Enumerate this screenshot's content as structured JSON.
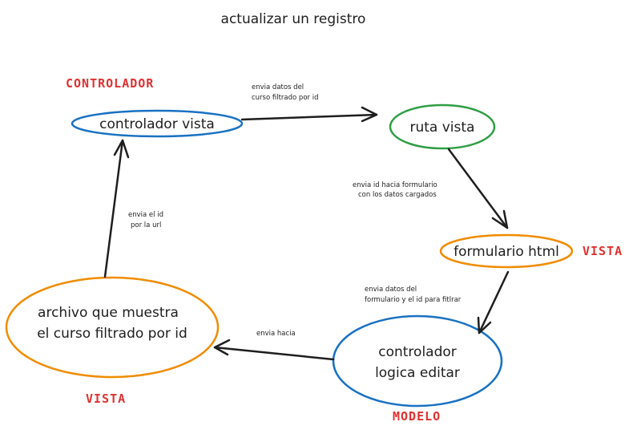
{
  "title": "actualizar un registro",
  "colors": {
    "blue": "#1971c2",
    "green": "#2f9e44",
    "orange": "#f08c00",
    "red": "#e03131",
    "ink": "#1e1e1e"
  },
  "nodes": {
    "controlador_vista": {
      "label": "controlador vista"
    },
    "ruta_vista": {
      "label": "ruta vista"
    },
    "formulario_html": {
      "label": "formulario html"
    },
    "controlador_logica": {
      "line1": "controlador",
      "line2": "logica editar"
    },
    "archivo": {
      "line1": "archivo que muestra",
      "line2": "el curso filtrado por id"
    }
  },
  "roles": {
    "controlador": "CONTROLADOR",
    "vista_right": "VISTA",
    "vista_bottom": "VISTA",
    "modelo": "MODELO"
  },
  "edges": {
    "e1": {
      "line1": "envia datos del",
      "line2": "curso filtrado por id"
    },
    "e2": {
      "line1": "envia id hacia formulario",
      "line2": "con los datos cargados"
    },
    "e3": {
      "line1": "envia datos del",
      "line2": "formulario y el id para fitlrar"
    },
    "e4": {
      "line1": "envia hacia"
    },
    "e5": {
      "line1": "envia el id",
      "line2": "por la url"
    }
  }
}
